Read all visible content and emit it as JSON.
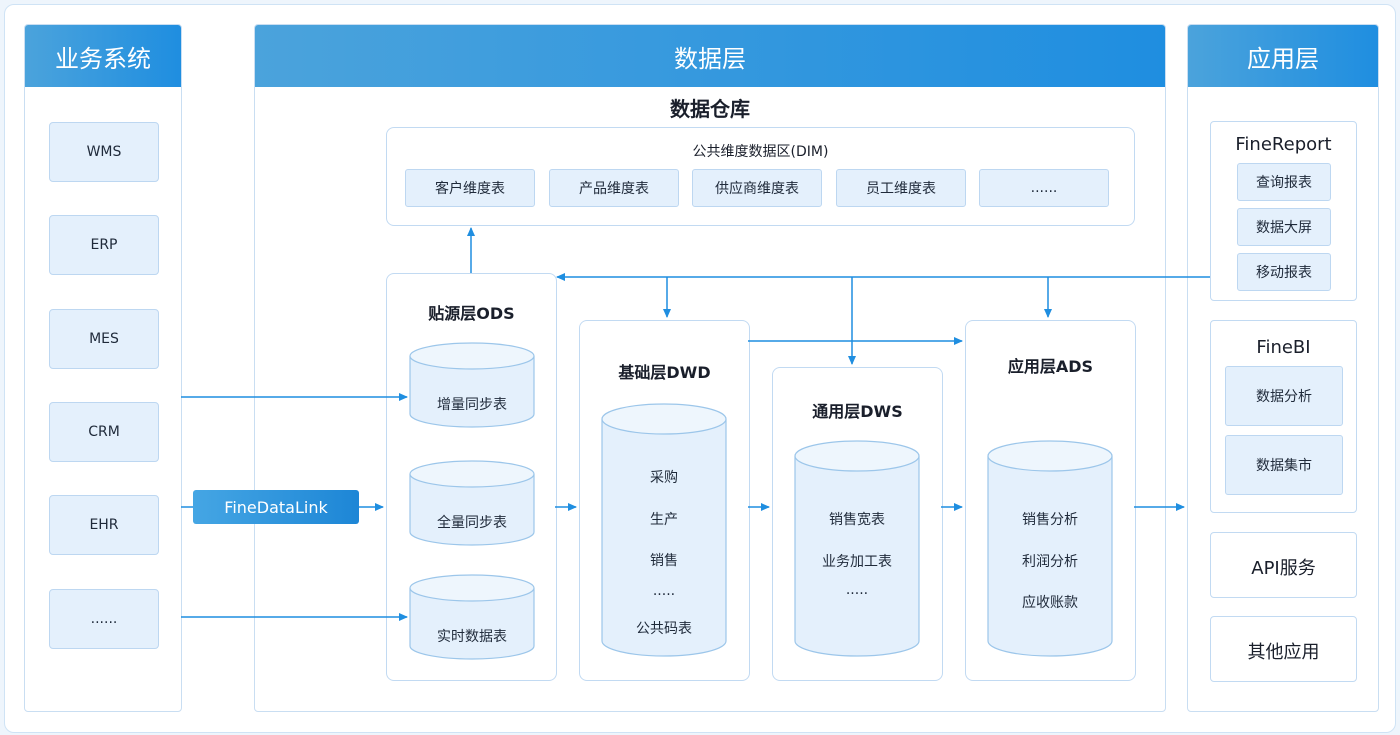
{
  "columns": {
    "business": "业务系统",
    "data": "数据层",
    "app": "应用层"
  },
  "business_systems": [
    "WMS",
    "ERP",
    "MES",
    "CRM",
    "EHR",
    "......"
  ],
  "warehouse_title": "数据仓库",
  "dim": {
    "title": "公共维度数据区(DIM)",
    "items": [
      "客户维度表",
      "产品维度表",
      "供应商维度表",
      "员工维度表",
      "......"
    ]
  },
  "ods": {
    "title": "贴源层ODS",
    "cylinders": [
      "增量同步表",
      "全量同步表",
      "实时数据表"
    ]
  },
  "dwd": {
    "title": "基础层DWD",
    "items": [
      "采购",
      "生产",
      "销售",
      "·····",
      "公共码表"
    ]
  },
  "dws": {
    "title": "通用层DWS",
    "items": [
      "销售宽表",
      "业务加工表",
      "·····"
    ]
  },
  "ads": {
    "title": "应用层ADS",
    "items": [
      "销售分析",
      "利润分析",
      "应收账款"
    ]
  },
  "finedatalink": "FineDataLink",
  "apps": {
    "finereport": {
      "title": "FineReport",
      "items": [
        "查询报表",
        "数据大屏",
        "移动报表"
      ]
    },
    "finebi": {
      "title": "FineBI",
      "items": [
        "数据分析",
        "数据集市"
      ]
    },
    "api": "API服务",
    "other": "其他应用"
  },
  "colors": {
    "accent": "#1f8ee0",
    "box_fill": "#e4f0fc",
    "border": "#c2daf2"
  }
}
